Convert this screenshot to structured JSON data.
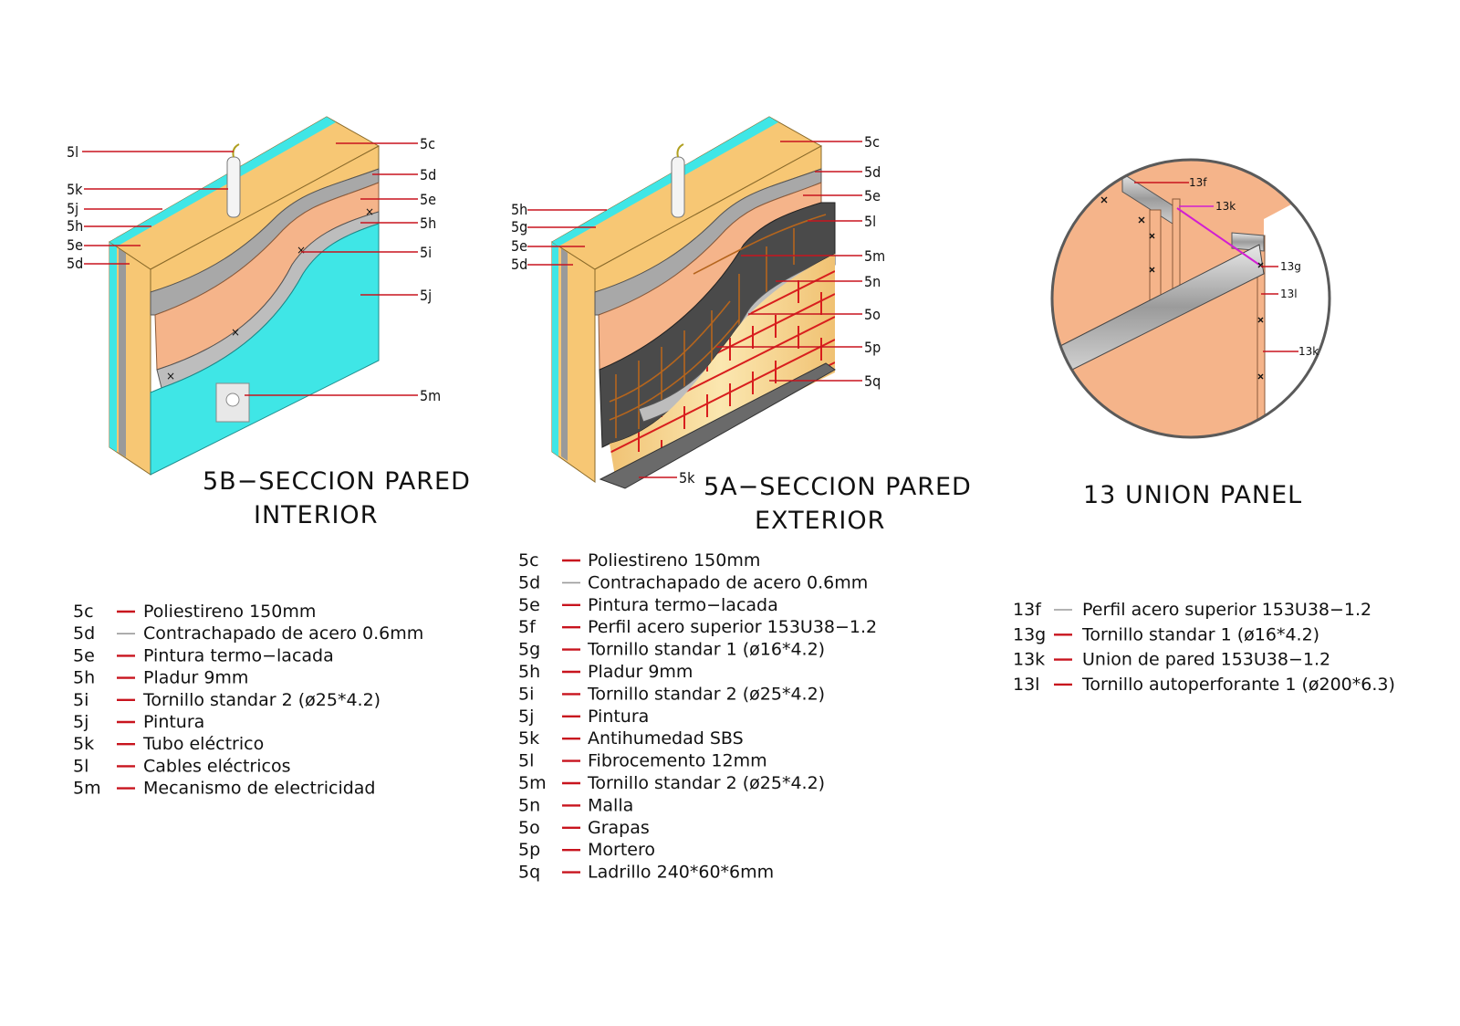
{
  "diagrams": {
    "interior": {
      "title_line1": "5B−SECCION PARED",
      "title_line2": "INTERIOR",
      "left_callouts": [
        "5l",
        "5k",
        "5j",
        "5h",
        "5e",
        "5d"
      ],
      "right_callouts": [
        "5c",
        "5d",
        "5e",
        "5h",
        "5i",
        "5j",
        "5m"
      ]
    },
    "exterior": {
      "title_line1": "5A−SECCION PARED",
      "title_line2": "EXTERIOR",
      "left_callouts": [
        "5h",
        "5g",
        "5e",
        "5d"
      ],
      "right_callouts": [
        "5c",
        "5d",
        "5e",
        "5l",
        "5m",
        "5n",
        "5o",
        "5p",
        "5q"
      ],
      "bottom_callout": "5k"
    },
    "union": {
      "title": "13 UNION PANEL",
      "callouts": [
        "13f",
        "13k",
        "13g",
        "13l",
        "13k"
      ]
    }
  },
  "legends": {
    "interior": [
      {
        "code": "5c",
        "text": "Poliestireno 150mm"
      },
      {
        "code": "5d",
        "text": "Contrachapado de acero 0.6mm"
      },
      {
        "code": "5e",
        "text": "Pintura termo−lacada"
      },
      {
        "code": "5h",
        "text": "Pladur 9mm"
      },
      {
        "code": "5i",
        "text": "Tornillo standar 2 (ø25*4.2)"
      },
      {
        "code": "5j",
        "text": "Pintura"
      },
      {
        "code": "5k",
        "text": "Tubo eléctrico"
      },
      {
        "code": "5l",
        "text": "Cables eléctricos"
      },
      {
        "code": "5m",
        "text": "Mecanismo de electricidad"
      }
    ],
    "exterior": [
      {
        "code": "5c",
        "text": "Poliestireno 150mm"
      },
      {
        "code": "5d",
        "text": "Contrachapado de acero 0.6mm"
      },
      {
        "code": "5e",
        "text": "Pintura termo−lacada"
      },
      {
        "code": "5f",
        "text": "Perfil acero superior 153U38−1.2"
      },
      {
        "code": "5g",
        "text": "Tornillo standar 1 (ø16*4.2)"
      },
      {
        "code": "5h",
        "text": "Pladur 9mm"
      },
      {
        "code": "5i",
        "text": "Tornillo standar 2 (ø25*4.2)"
      },
      {
        "code": "5j",
        "text": "Pintura"
      },
      {
        "code": "5k",
        "text": "Antihumedad SBS"
      },
      {
        "code": "5l",
        "text": "Fibrocemento 12mm"
      },
      {
        "code": "5m",
        "text": "Tornillo standar 2 (ø25*4.2)"
      },
      {
        "code": "5n",
        "text": "Malla"
      },
      {
        "code": "5o",
        "text": "Grapas"
      },
      {
        "code": "5p",
        "text": "Mortero"
      },
      {
        "code": "5q",
        "text": "Ladrillo 240*60*6mm"
      }
    ],
    "union": [
      {
        "code": "13f",
        "text": "Perfil acero superior 153U38−1.2"
      },
      {
        "code": "13g",
        "text": "Tornillo standar 1 (ø16*4.2)"
      },
      {
        "code": "13k",
        "text": "Union de pared 153U38−1.2"
      },
      {
        "code": "13l",
        "text": "Tornillo autoperforante 1 (ø200*6.3)"
      }
    ]
  },
  "colors": {
    "poliestireno": "#f7c774",
    "steel": "#a8a8a8",
    "pintura_lacada": "#f5b48a",
    "pladur": "#bdbdbd",
    "pintura": "#3fe6e6",
    "fibrocemento": "#4a4a4a",
    "ladrillo": "#f2d27a",
    "mortero_lines": "#d81e1e",
    "leader": "#c8141e",
    "union_violet": "#d21ed2"
  }
}
